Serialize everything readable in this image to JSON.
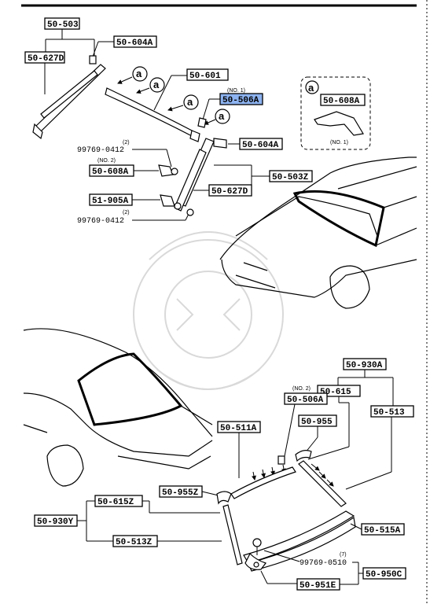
{
  "parts": {
    "p50_503": "50-503",
    "p50_604a_top": "50-604A",
    "p50_627d_top": "50-627D",
    "p50_601": "50-601",
    "p50_506a_top": "50-506A",
    "p50_506a_top_note": "(NO. 1)",
    "p50_608a_inset": "50-608A",
    "inset_note": "(NO. 1)",
    "p50_604a_mid": "50-604A",
    "p99769_0412_top": "99769-0412",
    "p99769_0412_top_qty": "(2)",
    "p50_608a": "50-608A",
    "p50_608a_note": "(NO. 2)",
    "p50_503z": "50-503Z",
    "p51_905a": "51-905A",
    "p50_627d": "50-627D",
    "p99769_0412_bot": "99769-0412",
    "p99769_0412_bot_qty": "(2)",
    "p50_930a": "50-930A",
    "p50_615": "50-615",
    "p50_506a_bot": "50-506A",
    "p50_506a_bot_note": "(NO. 2)",
    "p50_955": "50-955",
    "p50_513": "50-513",
    "p50_511a": "50-511A",
    "p50_615z": "50-615Z",
    "p50_955z": "50-955Z",
    "p50_930y": "50-930Y",
    "p50_515a": "50-515A",
    "p99769_0510": "99769-0510",
    "p99769_0510_qty": "(7)",
    "p50_513z": "50-513Z",
    "p50_951e": "50-951E",
    "p50_950c": "50-950C"
  },
  "callout_letter": "a",
  "highlight_color": "#8db3f0"
}
